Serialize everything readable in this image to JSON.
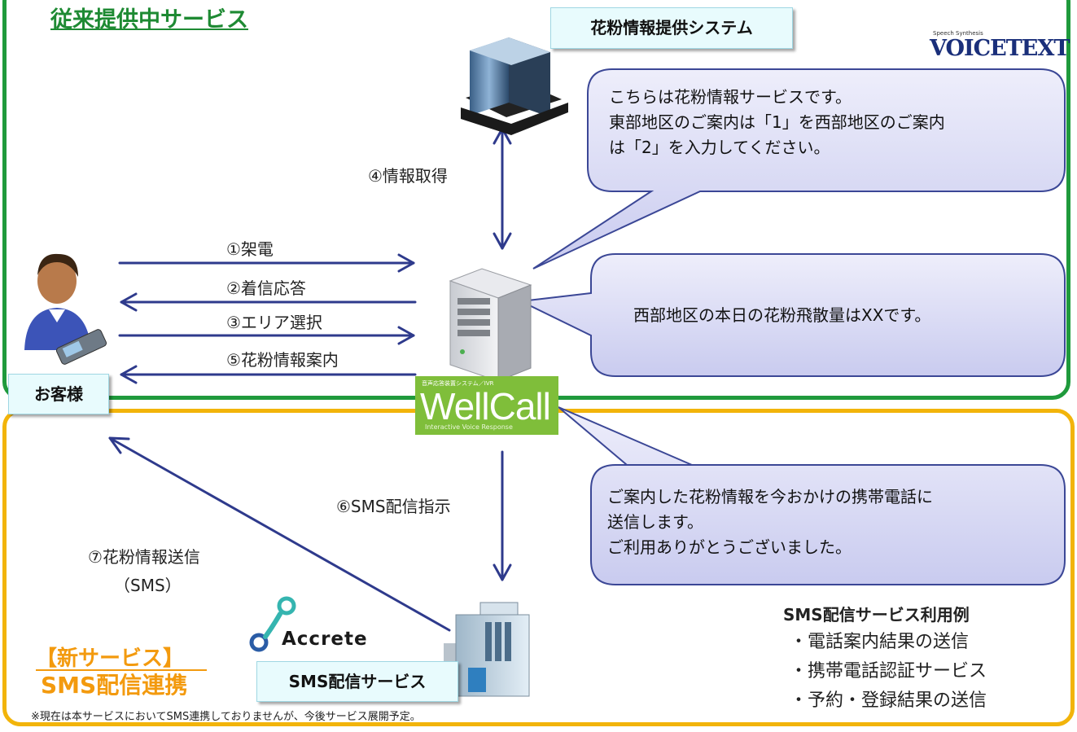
{
  "sections": {
    "current_title": "従来提供中サービス",
    "new_title": "【新サービス】",
    "new_subtitle": "SMS配信連携",
    "note": "※現在は本サービスにおいてSMS連携しておりませんが、今後サービス展開予定。"
  },
  "nodes": {
    "pollen_system": "花粉情報提供システム",
    "customer": "お客様",
    "sms_service": "SMS配信サービス",
    "voicetext_small": "Speech Synthesis",
    "voicetext_logo": "VOICETEXT",
    "wellcall_caption": "音声応答装置システム／IVR",
    "wellcall_logo": "WellCall",
    "wellcall_sub": "Interactive Voice Response",
    "accrete_logo": "Accrete"
  },
  "edges": {
    "step1": "①架電",
    "step2": "②着信応答",
    "step3": "③エリア選択",
    "step4": "④情報取得",
    "step5": "⑤花粉情報案内",
    "step6": "⑥SMS配信指示",
    "step7_line1": "⑦花粉情報送信",
    "step7_line2": "（SMS）"
  },
  "bubbles": {
    "b1_line1": "こちらは花粉情報サービスです。",
    "b1_line2": "東部地区のご案内は「1」を西部地区のご案内",
    "b1_line3": "は「2」を入力してください。",
    "b2_line1": "西部地区の本日の花粉飛散量はXXです。",
    "b3_line1": "ご案内した花粉情報を今おかけの携帯電話に",
    "b3_line2": "送信します。",
    "b3_line3": "ご利用ありがとうございました。"
  },
  "examples": {
    "title": "SMS配信サービス利用例",
    "items": [
      "・電話案内結果の送信",
      "・携帯電話認証サービス",
      "・予約・登録結果の送信"
    ]
  },
  "colors": {
    "current_border": "#1f9a3c",
    "new_border": "#f2b40a",
    "arrow": "#2e3a8c",
    "bubble_fill": "#dcdcf4",
    "bubble_border": "#3b4796",
    "wellcall_green": "#7fbe3a"
  }
}
